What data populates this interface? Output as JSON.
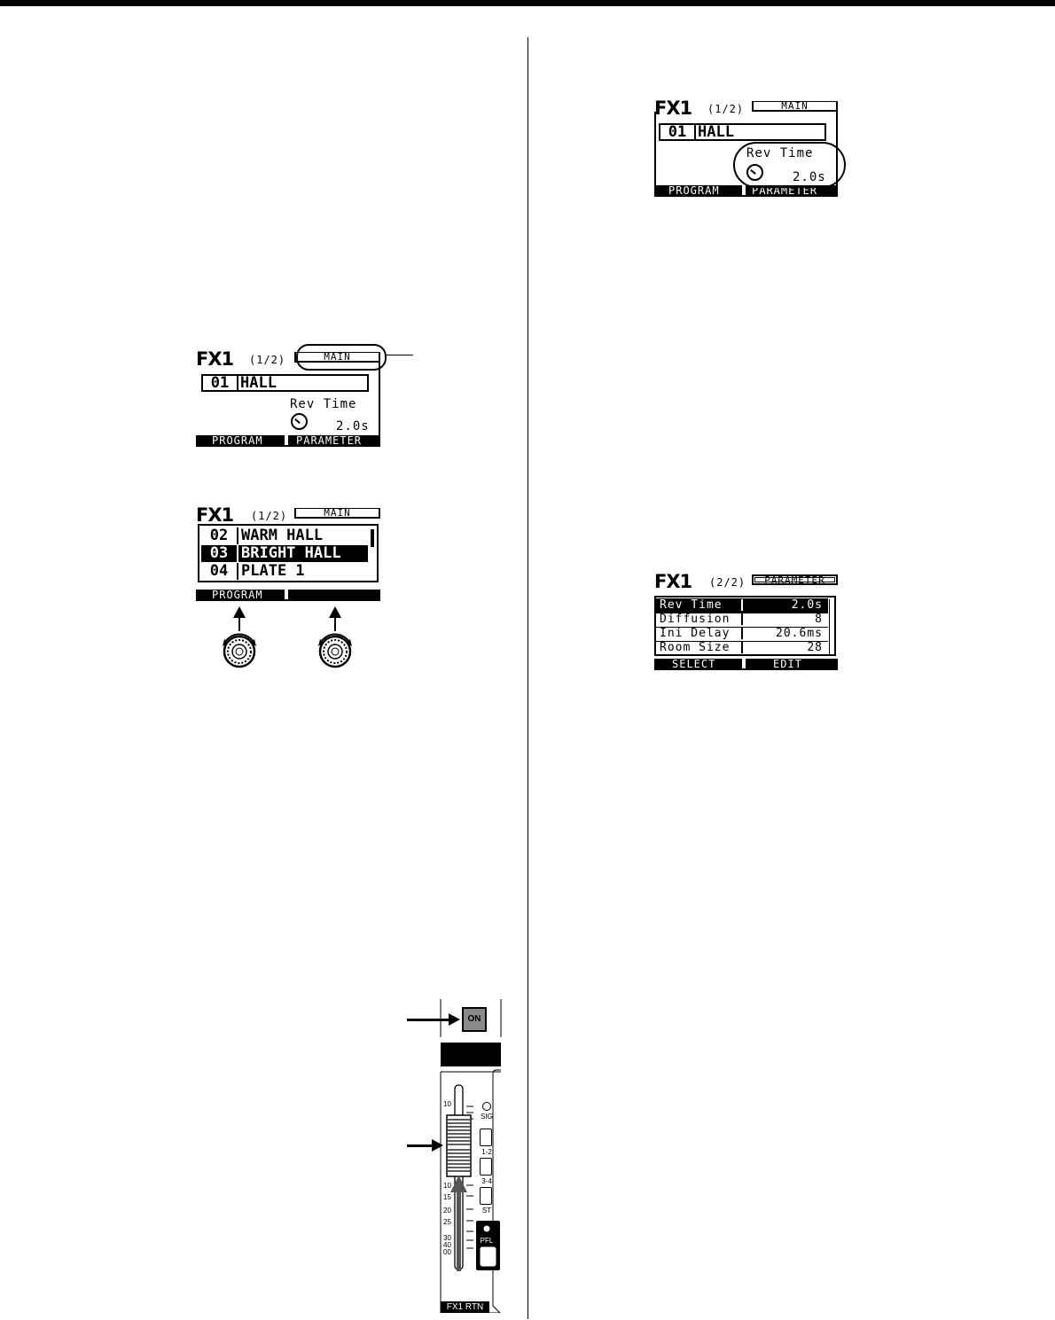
{
  "screen_main": {
    "fx": "FX1",
    "page": "(1/2)",
    "tab": "MAIN",
    "program_number": "01",
    "program_name": "HALL",
    "param_label": "Rev Time",
    "param_value": "2.0s",
    "softkey_left": "PROGRAM",
    "softkey_right": "PARAMETER"
  },
  "screen_list": {
    "fx": "FX1",
    "page": "(1/2)",
    "tab": "MAIN",
    "rows": [
      {
        "num": "02",
        "name": "WARM HALL"
      },
      {
        "num": "03",
        "name": "BRIGHT HALL"
      },
      {
        "num": "04",
        "name": "PLATE 1"
      }
    ],
    "softkey_left": "PROGRAM"
  },
  "screen_parameter": {
    "fx": "FX1",
    "page": "(2/2)",
    "tab": "PARAMETER",
    "rows": [
      {
        "name": "Rev Time",
        "value": "2.0s"
      },
      {
        "name": "Diffusion",
        "value": "8"
      },
      {
        "name": "Ini Delay",
        "value": "20.6ms"
      },
      {
        "name": "Room Size",
        "value": "28"
      }
    ],
    "softkey_left": "SELECT",
    "softkey_right": "EDIT"
  },
  "channel_strip": {
    "on_label": "ON",
    "scale_top": "10",
    "scale": [
      "10",
      "15",
      "20",
      "25",
      "30",
      "40",
      "00"
    ],
    "sig_label": "SIG",
    "bus_labels": [
      "1-2",
      "3-4",
      "ST"
    ],
    "pfl_label": "PFL",
    "channel_name": "FX1 RTN"
  }
}
